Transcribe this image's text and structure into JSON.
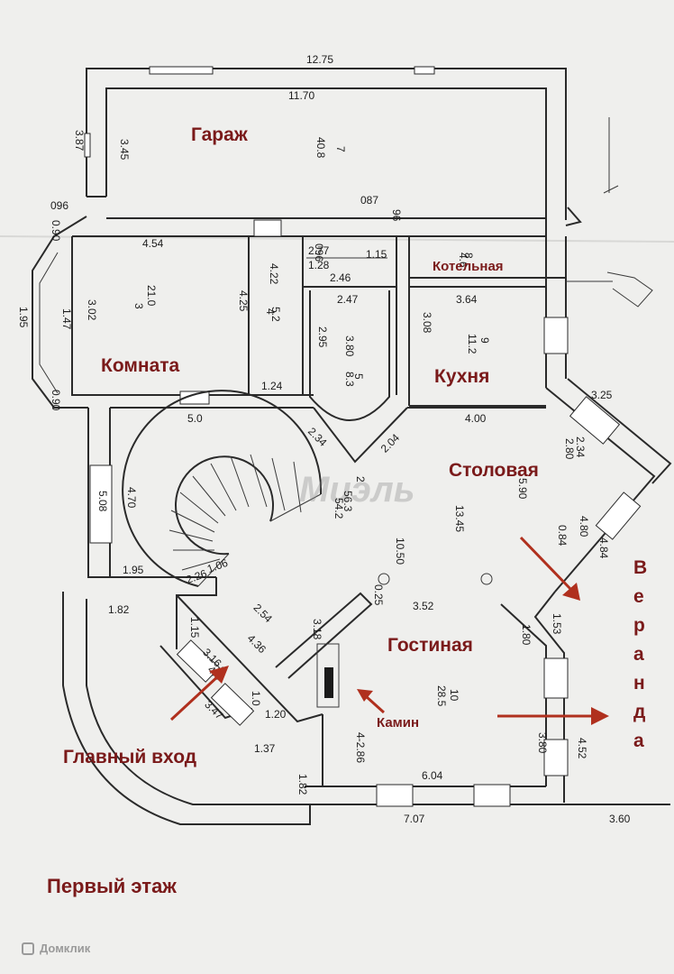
{
  "rooms": {
    "garage": "Гараж",
    "room": "Комната",
    "boiler": "Котельная",
    "kitchen": "Кухня",
    "dining": "Столовая",
    "living": "Гостиная",
    "fireplace": "Камин",
    "main_entrance": "Главный вход",
    "veranda_letters": [
      "В",
      "е",
      "р",
      "а",
      "н",
      "д",
      "а"
    ]
  },
  "floor_title": "Первый этаж",
  "watermark": "Миэль",
  "brand": "Домклик",
  "dims": {
    "d1275": "12.75",
    "d1170": "11.70",
    "d387": "3.87",
    "d345": "3.45",
    "d7": "7",
    "d408": "40.8",
    "d096": "096",
    "d090a": "0.90",
    "d195": "1.95",
    "d147": "1.47",
    "d090b": "0.90",
    "d454": "4.54",
    "d302": "3.02",
    "d3": "3",
    "d210": "21.0",
    "d425": "4.25",
    "d422": "4.22",
    "d4": "4",
    "d52": "5.2",
    "d124": "1.24",
    "d50": "5.0",
    "d096b": "096",
    "d277": "2.77",
    "d128": "1.28",
    "d246": "2.46",
    "d115": "1.15",
    "d247": "2.47",
    "d295": "2.95",
    "d380": "3.80",
    "d5": "5",
    "d83": "8.3",
    "d8": "8",
    "d46": "4.6",
    "d308": "3.08",
    "d364": "3.64",
    "d9": "9",
    "d112": "11.2",
    "d087": "087",
    "d96": "96",
    "d400": "4.00",
    "d325": "3.25",
    "d234": "2.34",
    "d204": "2.04",
    "d508": "5.08",
    "d470": "4.70",
    "d195b": "1.95",
    "d2": "2",
    "d563": "56.3",
    "d542": "54.2",
    "d1050": "10.50",
    "d1345": "13.45",
    "d590": "5.90",
    "d280": "2.80",
    "d234b": "2.34",
    "d480": "4.80",
    "d084": "0.84",
    "d484": "4.84",
    "d182": "1.82",
    "d115b": "1.15",
    "d226": "2.26",
    "d106": "1.06",
    "d254": "2.54",
    "d318": "3.18",
    "d025": "0.25",
    "d352": "3.52",
    "d153": "1.53",
    "d180": "1.80",
    "d436": "4.36",
    "d316": "3.16",
    "d1": "1",
    "d40": "4.0",
    "d10a": "1.0",
    "d347": "3.47",
    "d120": "1.20",
    "d137": "1.37",
    "d182b": "1.82",
    "d10": "10",
    "d285": "28.5",
    "d286": "4-2.86",
    "d380b": "3.80",
    "d452": "4.52",
    "d604": "6.04",
    "d707": "7.07",
    "d360": "3.60"
  }
}
